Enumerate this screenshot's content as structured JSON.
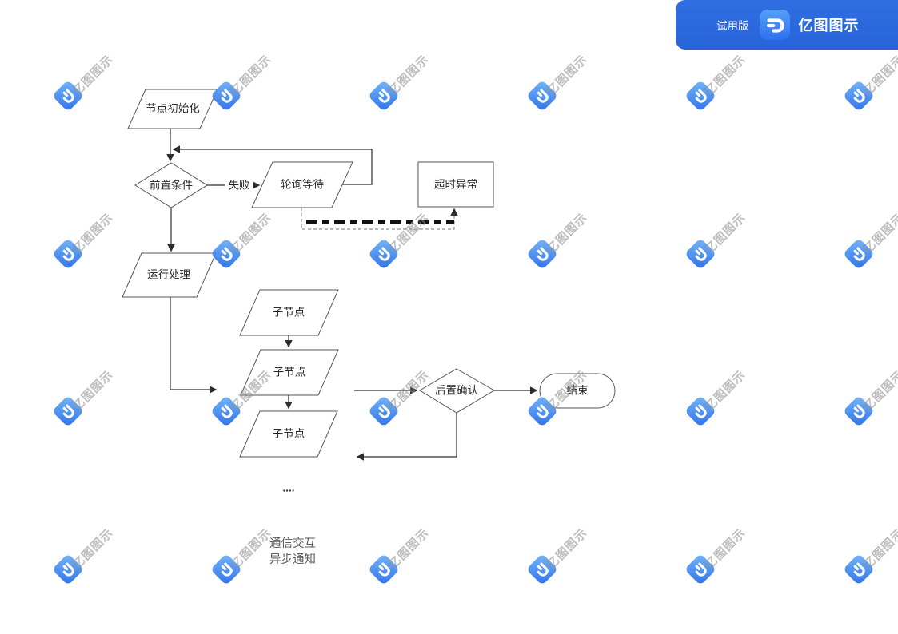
{
  "banner": {
    "trial_label": "试用版",
    "brand_name": "亿图图示",
    "bg_color": "#2b68dd",
    "logo_icon": "edraw-logo-icon"
  },
  "watermark": {
    "text": "亿图图示",
    "icon": "edraw-logo-icon",
    "text_color": "#929292",
    "icon_colors": [
      "#6ab1f8",
      "#1f66e8"
    ]
  },
  "diagram": {
    "nodes": {
      "init": {
        "type": "parallelogram",
        "label": "节点初始化"
      },
      "precondition": {
        "type": "decision",
        "label": "前置条件"
      },
      "polling": {
        "type": "parallelogram",
        "label": "轮询等待"
      },
      "timeout": {
        "type": "process",
        "label": "超时异常"
      },
      "run": {
        "type": "parallelogram",
        "label": "运行处理"
      },
      "child1": {
        "type": "parallelogram",
        "label": "子节点"
      },
      "child2": {
        "type": "parallelogram",
        "label": "子节点"
      },
      "child3": {
        "type": "parallelogram",
        "label": "子节点"
      },
      "ellipsis": {
        "type": "text",
        "label": "...."
      },
      "post_confirm": {
        "type": "decision",
        "label": "后置确认"
      },
      "end": {
        "type": "terminator",
        "label": "结束"
      }
    },
    "edge_labels": {
      "fail": "失败"
    },
    "legend": {
      "line1": "通信交互",
      "line2": "异步通知"
    }
  }
}
